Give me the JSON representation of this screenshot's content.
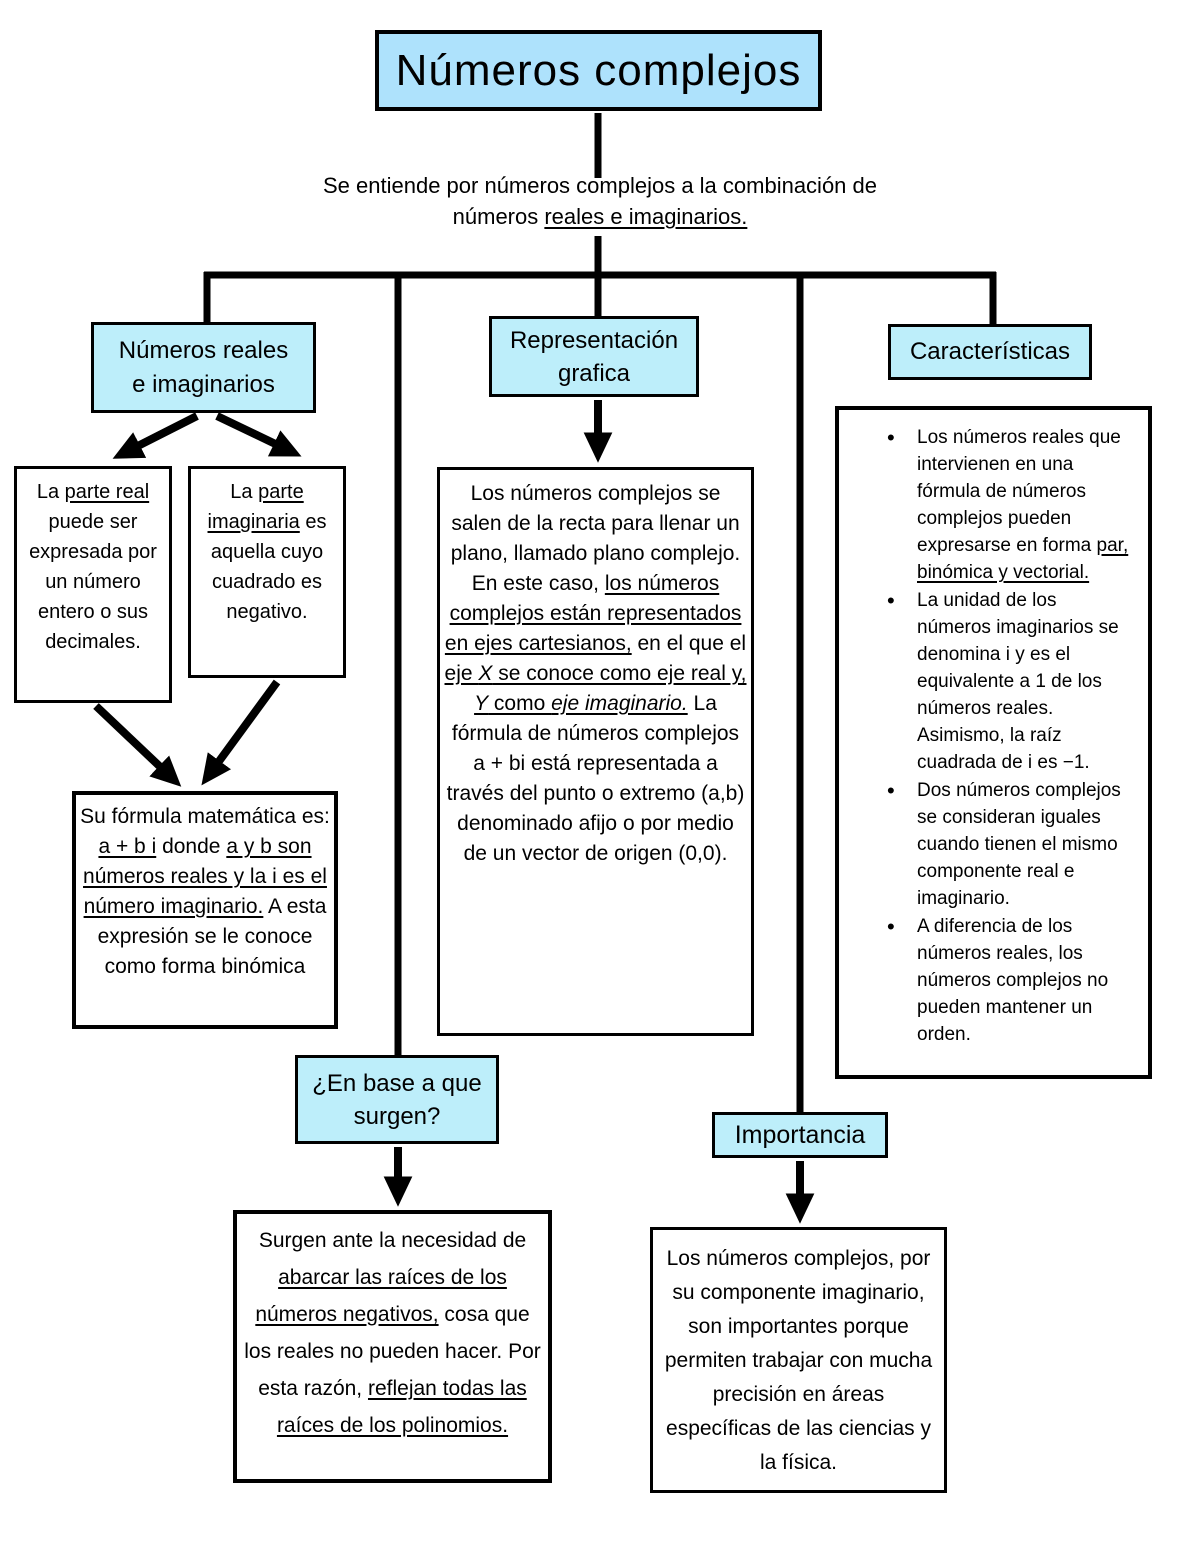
{
  "title": "Números complejos",
  "subtitle": {
    "line1": "Se entiende por números complejos a la combinación de",
    "line2_plain": "números ",
    "line2_underline": "reales e imaginarios."
  },
  "nodes": {
    "reales": {
      "line1": "Números reales",
      "line2": "e imaginarios"
    },
    "parte_real": {
      "s1": "La ",
      "s2": "parte real",
      "s3": " puede ser expresada por un número entero o sus decimales."
    },
    "parte_imaginaria": {
      "s1": "La ",
      "s2": "parte imaginaria",
      "s3": " es aquella cuyo cuadrado es negativo."
    },
    "formula": {
      "s1": "Su fórmula matemática es: ",
      "s2": "a + b i",
      "s3": " donde ",
      "s4": "a y b son números reales y la i es el número imaginario.",
      "s5": " A esta expresión se le conoce como forma binómica"
    },
    "representacion": {
      "title_line1": "Representación",
      "title_line2": "grafica",
      "c1": "Los números complejos se salen de la recta para llenar un plano, llamado plano complejo. En este caso, ",
      "c2": "los números complejos están representados en ejes cartesianos,",
      "c3": " en el que el ",
      "c4": "eje ",
      "c5": "X",
      "c6": " se conoce como ",
      "c7": "eje real y, ",
      "c8": "Y",
      "c9": " como ",
      "c10": "eje imaginario.",
      "c11": " La fórmula de números complejos a + bi está representada a través del punto o extremo (a,b) denominado afijo o por medio de un vector de origen (0,0)."
    },
    "caracteristicas": {
      "title": "Características",
      "b1_plain": "Los números reales que intervienen en una fórmula de números complejos pueden expresarse en forma ",
      "b1_u": "par, binómica y vectorial.",
      "b2": "La unidad de los números imaginarios se denomina i y es el equivalente a 1 de los números reales. Asimismo, la raíz cuadrada de i es −1.",
      "b3": "Dos números complejos se consideran iguales cuando tienen el mismo componente real e imaginario.",
      "b4": "A diferencia de los números reales, los números complejos no pueden mantener un orden."
    },
    "surgen": {
      "title_line1": "¿En base a que",
      "title_line2": "surgen?",
      "c1": "Surgen ante la necesidad de ",
      "c2": "abarcar las raíces de los números negativos,",
      "c3": " cosa que los reales no pueden hacer. Por esta razón, ",
      "c4": "reflejan todas las raíces de los polinomios."
    },
    "importancia": {
      "title": "Importancia",
      "content": "Los números complejos, por su componente imaginario, son importantes porque permiten trabajar con mucha precisión en áreas específicas de las ciencias y la física."
    }
  },
  "colors": {
    "title_fill": "#aee2fc",
    "node_fill": "#bdeefa",
    "line": "#000000"
  }
}
